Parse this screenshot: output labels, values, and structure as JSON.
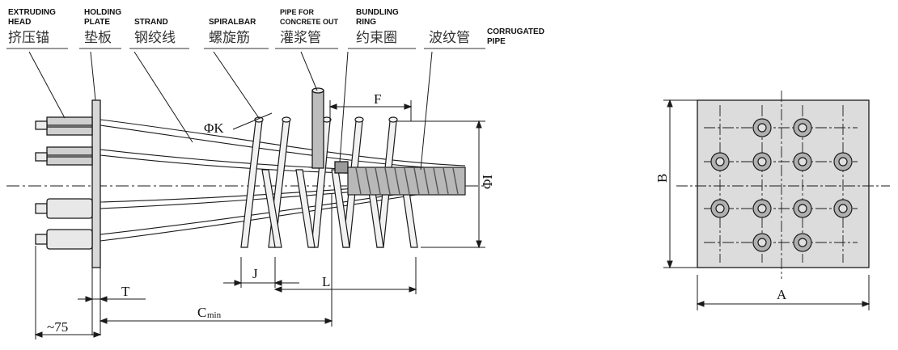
{
  "labels": {
    "extruding_head": {
      "en1": "EXTRUDING",
      "en2": "HEAD",
      "zh": "挤压锚"
    },
    "holding_plate": {
      "en1": "HOLDING",
      "en2": "PLATE",
      "zh": "垫板"
    },
    "strand": {
      "en1": "STRAND",
      "zh": "钢绞线"
    },
    "spiral_bar": {
      "en1": "SPIRALBAR",
      "zh": "螺旋筋"
    },
    "pipe_concrete": {
      "en1": "PIPE FOR",
      "en2": "CONCRETE OUT",
      "zh": "灌浆管"
    },
    "bundling_ring": {
      "en1": "BUNDLING",
      "en2": "RING",
      "zh": "约束圈"
    },
    "corrugated_pipe": {
      "zh": "波纹管",
      "en1": "CORRUGATED",
      "en2": "PIPE"
    }
  },
  "dimensions": {
    "phi_k": "ΦK",
    "f": "F",
    "phi_i": "ΦI",
    "j": "J",
    "l": "L",
    "t": "T",
    "c_main": "C",
    "c_sub": "min",
    "approx75": "~75",
    "b": "B",
    "a": "A"
  },
  "colors": {
    "line": "#1a1a1a",
    "fill_light": "#e4e4e4",
    "fill_mid": "#c8c8c8",
    "fill_dark": "#8a8a8a"
  }
}
